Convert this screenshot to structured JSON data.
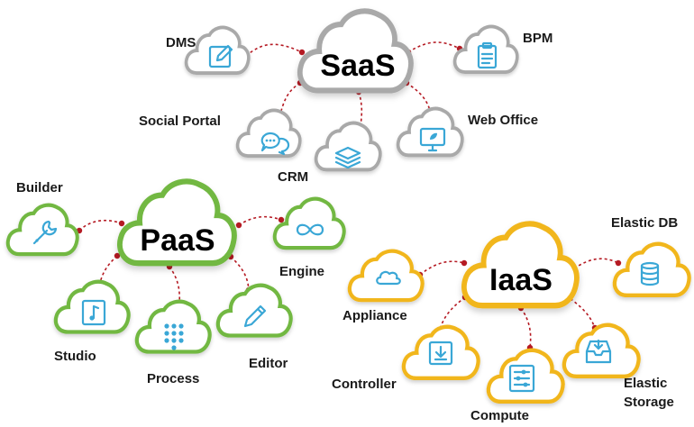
{
  "colors": {
    "saas": "#a9a9a9",
    "paas": "#72b843",
    "iaas": "#f1b61c",
    "connector": "#b51a23",
    "icon": "#3aa7d6"
  },
  "saas": {
    "title": "SaaS",
    "items": [
      {
        "label": "DMS",
        "icon": "edit-icon"
      },
      {
        "label": "BPM",
        "icon": "clipboard-icon"
      },
      {
        "label": "Social Portal",
        "icon": "chat-icon"
      },
      {
        "label": "CRM",
        "icon": "layers-icon"
      },
      {
        "label": "Web Office",
        "icon": "monitor-icon"
      }
    ]
  },
  "paas": {
    "title": "PaaS",
    "items": [
      {
        "label": "Builder",
        "icon": "wrench-icon"
      },
      {
        "label": "Engine",
        "icon": "infinity-icon"
      },
      {
        "label": "Studio",
        "icon": "music-icon"
      },
      {
        "label": "Process",
        "icon": "grid-icon"
      },
      {
        "label": "Editor",
        "icon": "pencil-icon"
      }
    ]
  },
  "iaas": {
    "title": "IaaS",
    "items": [
      {
        "label": "Appliance",
        "icon": "cloud-icon"
      },
      {
        "label": "Elastic DB",
        "icon": "database-icon"
      },
      {
        "label": "Controller",
        "icon": "download-icon"
      },
      {
        "label": "Compute",
        "icon": "sliders-icon"
      },
      {
        "label": "Elastic",
        "icon": "inbox-icon"
      },
      {
        "label": "Storage",
        "icon": "inbox-icon"
      }
    ]
  }
}
